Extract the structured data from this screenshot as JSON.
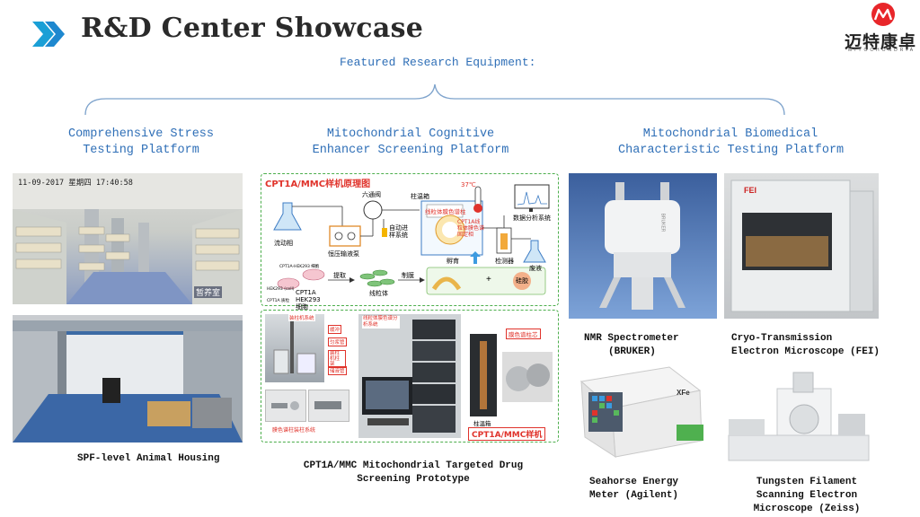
{
  "header": {
    "title": "R&D Center Showcase"
  },
  "logo": {
    "text": "迈特康卓",
    "subtext": "MITOCHONDRIA"
  },
  "featured_label": "Featured Research Equipment:",
  "columns": [
    {
      "heading_line1": "Comprehensive Stress",
      "heading_line2": "Testing Platform"
    },
    {
      "heading_line1": "Mitochondrial Cognitive",
      "heading_line2": "Enhancer Screening Platform"
    },
    {
      "heading_line1": "Mitochondrial Biomedical",
      "heading_line2": "Characteristic Testing Platform"
    }
  ],
  "photo_stamps": {
    "timestamp": "11-09-2017 星期四 17:40:58",
    "room_sign": "暂养室"
  },
  "captions": {
    "spf": "SPF-level Animal Housing",
    "prototype_line1": "CPT1A/MMC Mitochondrial Targeted Drug",
    "prototype_line2": "Screening Prototype",
    "nmr_line1": "NMR Spectrometer",
    "nmr_line2": "(BRUKER)",
    "cryo_line1": "Cryo-Transmission",
    "cryo_line2": "Electron Microscope (FEI)",
    "seahorse_line1": "Seahorse Energy",
    "seahorse_line2": "Meter (Agilent)",
    "sem_line1": "Tungsten Filament",
    "sem_line2": "Scanning Electron",
    "sem_line3": "Microscope (Zeiss)"
  },
  "diagram": {
    "title": "CPT1A/MMC样机原理图",
    "mobile_phase": "流动相",
    "pump": "恒压输液泵",
    "six_valve": "六通阀",
    "autosampler": "自动进样系统",
    "column": "柱温箱",
    "temp": "37℃",
    "membrane_column": "线粒体膜色谱柱",
    "stationary": "CPT1A线粒体膜色谱固定相",
    "incubate": "孵育",
    "detector": "检测器",
    "data_system": "数据分析系统",
    "waste": "废液",
    "cell_label": "CPT1A HEK293 细胞",
    "extract": "提取",
    "prep_membrane": "制膜",
    "mito": "线粒体",
    "silica": "硅胶",
    "small_cell_labels": [
      "CPT1A-HEK293 细胞",
      "HEK293 (cell)",
      "CPT1A 质粒"
    ],
    "photo_tags": [
      "装柱机系统",
      "缓冲",
      "匀浆管",
      "装柱机柱架",
      "储液管",
      "膜色谱柱装柱系统",
      "线粒体膜色谱分析系统",
      "膜色谱柱芯",
      "柱温箱",
      "CPT1A/MMC样机"
    ]
  },
  "nmr_brand": "BRUKER",
  "fei_brand": "FEI",
  "xf_brand": "XFe"
}
